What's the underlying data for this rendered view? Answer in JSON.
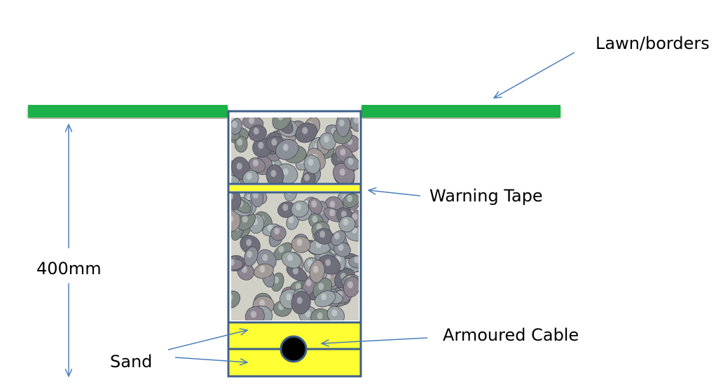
{
  "labels": {
    "lawn": "Lawn/borders",
    "warning_tape": "Warning Tape",
    "depth": "400mm",
    "armoured_cable": "Armoured Cable",
    "sand": "Sand"
  },
  "colors": {
    "lawn": "#1db04a",
    "tape": "#ffff33",
    "sand": "#ffff33",
    "trench_border": "#3d5f8a",
    "arrow": "#4a7ebb",
    "cable": "#000000"
  }
}
